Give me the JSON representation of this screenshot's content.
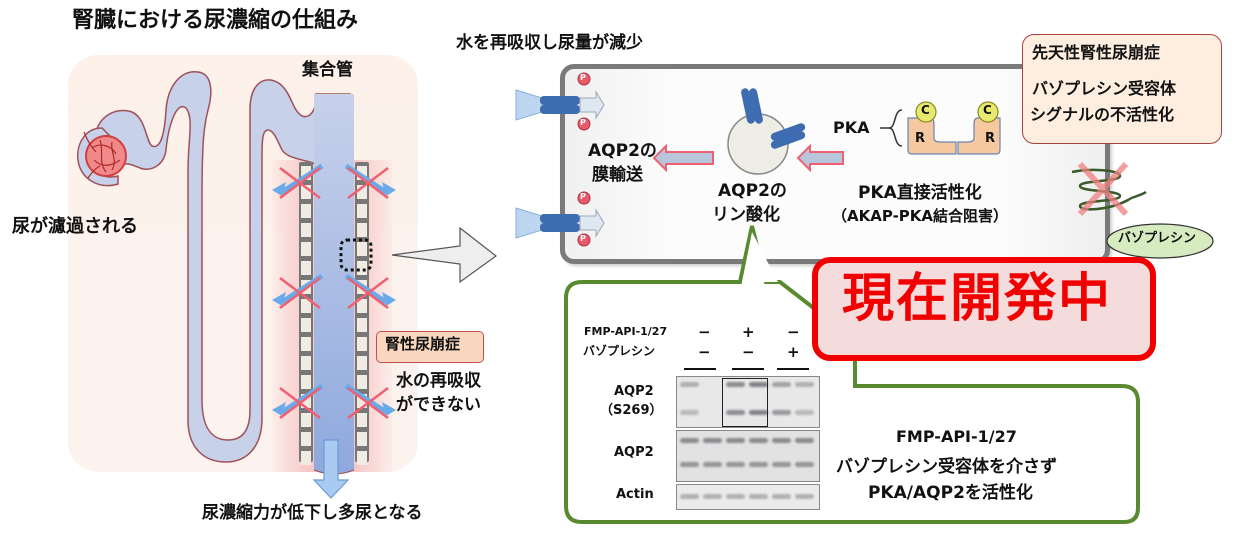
{
  "left_panel": {
    "title": "腎臓における尿濃縮の仕組み",
    "collecting_duct_label": "集合管",
    "filtration_label": "尿が濾過される",
    "disease_badge": "腎性尿崩症",
    "no_reabsorption_line1": "水の再吸収",
    "no_reabsorption_line2": "ができない",
    "outcome_label": "尿濃縮力が低下し多尿となる"
  },
  "cell_panel": {
    "title": "水を再吸収し尿量が減少",
    "membrane_transport_line1": "AQP2の",
    "membrane_transport_line2": "膜輸送",
    "phosphorylation_line1": "AQP2の",
    "phosphorylation_line2": "リン酸化",
    "pka_label": "PKA",
    "pka_subunit_c": "C",
    "pka_subunit_r": "R",
    "phospho_label": "P",
    "pka_activation_line1": "PKA直接活性化",
    "pka_activation_line2": "（AKAP-PKA結合阻害）"
  },
  "congenital_box": {
    "title": "先天性腎性尿崩症",
    "line1": "バゾプレシン受容体",
    "line2": "シグナルの不活性化"
  },
  "vasopressin_label": "バゾプレシン",
  "development_badge": "現在開発中",
  "western_blot": {
    "conditions": [
      {
        "name": "FMP-API-1/27",
        "values": [
          "−",
          "+",
          "−"
        ]
      },
      {
        "name": "バゾプレシン",
        "values": [
          "−",
          "−",
          "+"
        ]
      }
    ],
    "rows": [
      {
        "label_line1": "AQP2",
        "label_line2": "（S269）"
      },
      {
        "label_line1": "AQP2",
        "label_line2": ""
      },
      {
        "label_line1": "Actin",
        "label_line2": ""
      }
    ],
    "lanes": 6,
    "compound_name": "FMP-API-1/27",
    "description_line1": "バゾプレシン受容体を介さず",
    "description_line2": "PKA/AQP2を活性化"
  },
  "colors": {
    "tubule_fill": "#c5d0ea",
    "tubule_outline": "#a0505a",
    "glomerulus": "#e05a5a",
    "cross_red": "#f06070",
    "arrow_blue": "#6aaae8",
    "aqp2_blue": "#3d6cb0",
    "pka_orange": "#f6c8a0",
    "pka_c_yellow": "#e8ea70",
    "green_frame": "#5a8a30",
    "dev_red": "#f20000",
    "dev_fill": "#f4dcdc",
    "congenital_fill": "#fdeee0",
    "congenital_border": "#b04040",
    "vasopressin_fill": "#d6ecc0"
  }
}
